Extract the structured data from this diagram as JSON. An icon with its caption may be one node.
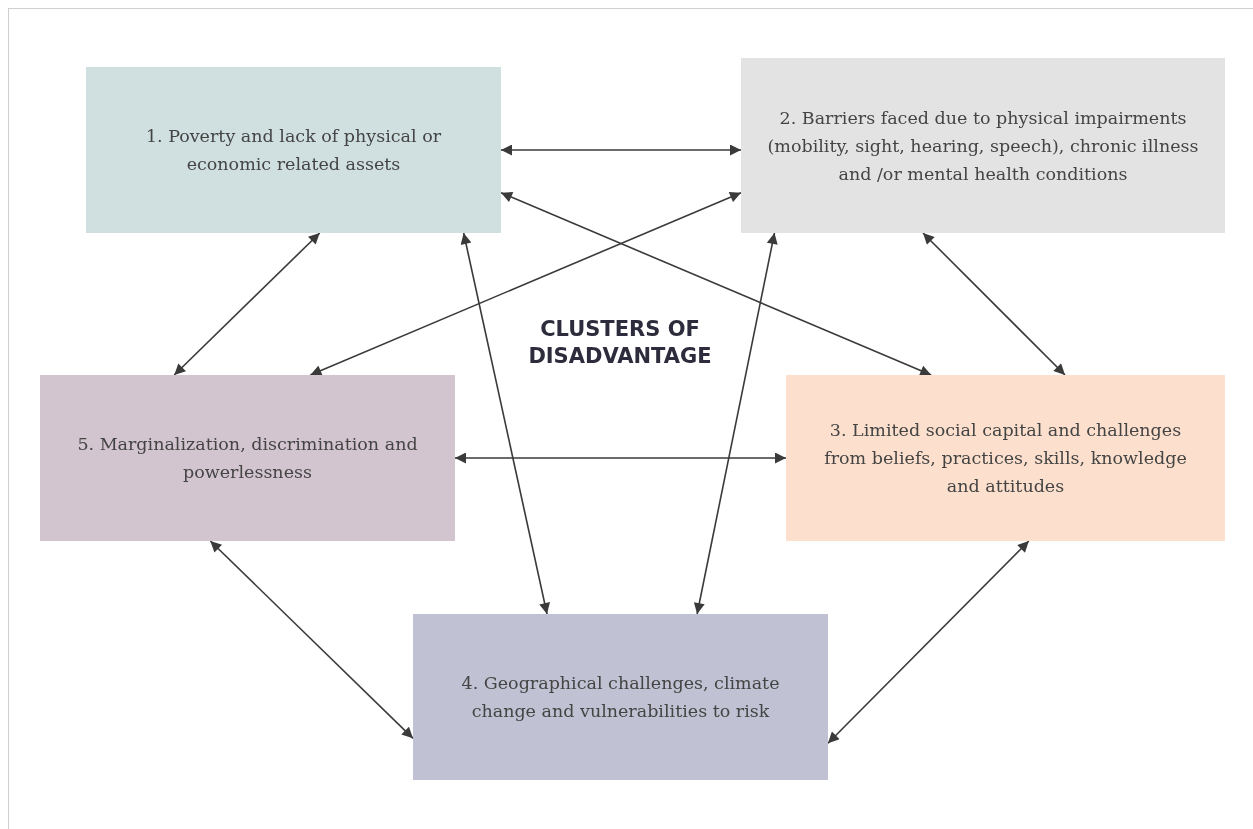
{
  "diagram": {
    "nodes": [
      {
        "text": [
          "1. Poverty and lack of physical or economic related assets"
        ]
      },
      {
        "text": [
          "2. Barriers faced due to physical impairments (mobility, sight, hearing, speech), chronic illness and /or mental health conditions"
        ]
      },
      {
        "text": [
          "5. Marginalization, discrimination and powerlessness"
        ]
      },
      {
        "text": [
          "3. Limited social capital and challenges from beliefs, practices, skills, knowledge and attitudes"
        ]
      },
      {
        "text": [
          "4. Geographical challenges, climate change and vulnerabilities to risk"
        ]
      }
    ],
    "edges": [
      {
        "from": 0,
        "to": 1,
        "arrow": "both"
      },
      {
        "from": 0,
        "to": 2,
        "arrow": "both"
      },
      {
        "from": 0,
        "to": 3,
        "arrow": "both"
      },
      {
        "from": 1,
        "to": 2,
        "arrow": "both"
      },
      {
        "from": 0,
        "to": 4,
        "arrow": "both"
      },
      {
        "from": 1,
        "to": 4,
        "arrow": "both"
      },
      {
        "from": 1,
        "to": 3,
        "arrow": "both"
      },
      {
        "from": 2,
        "to": 3,
        "arrow": "both"
      },
      {
        "from": 2,
        "to": 4,
        "arrow": "both"
      },
      {
        "from": 3,
        "to": 4,
        "arrow": "both"
      }
    ],
    "labels": [
      "CLUSTERS OF DISADVANTAGE"
    ]
  }
}
